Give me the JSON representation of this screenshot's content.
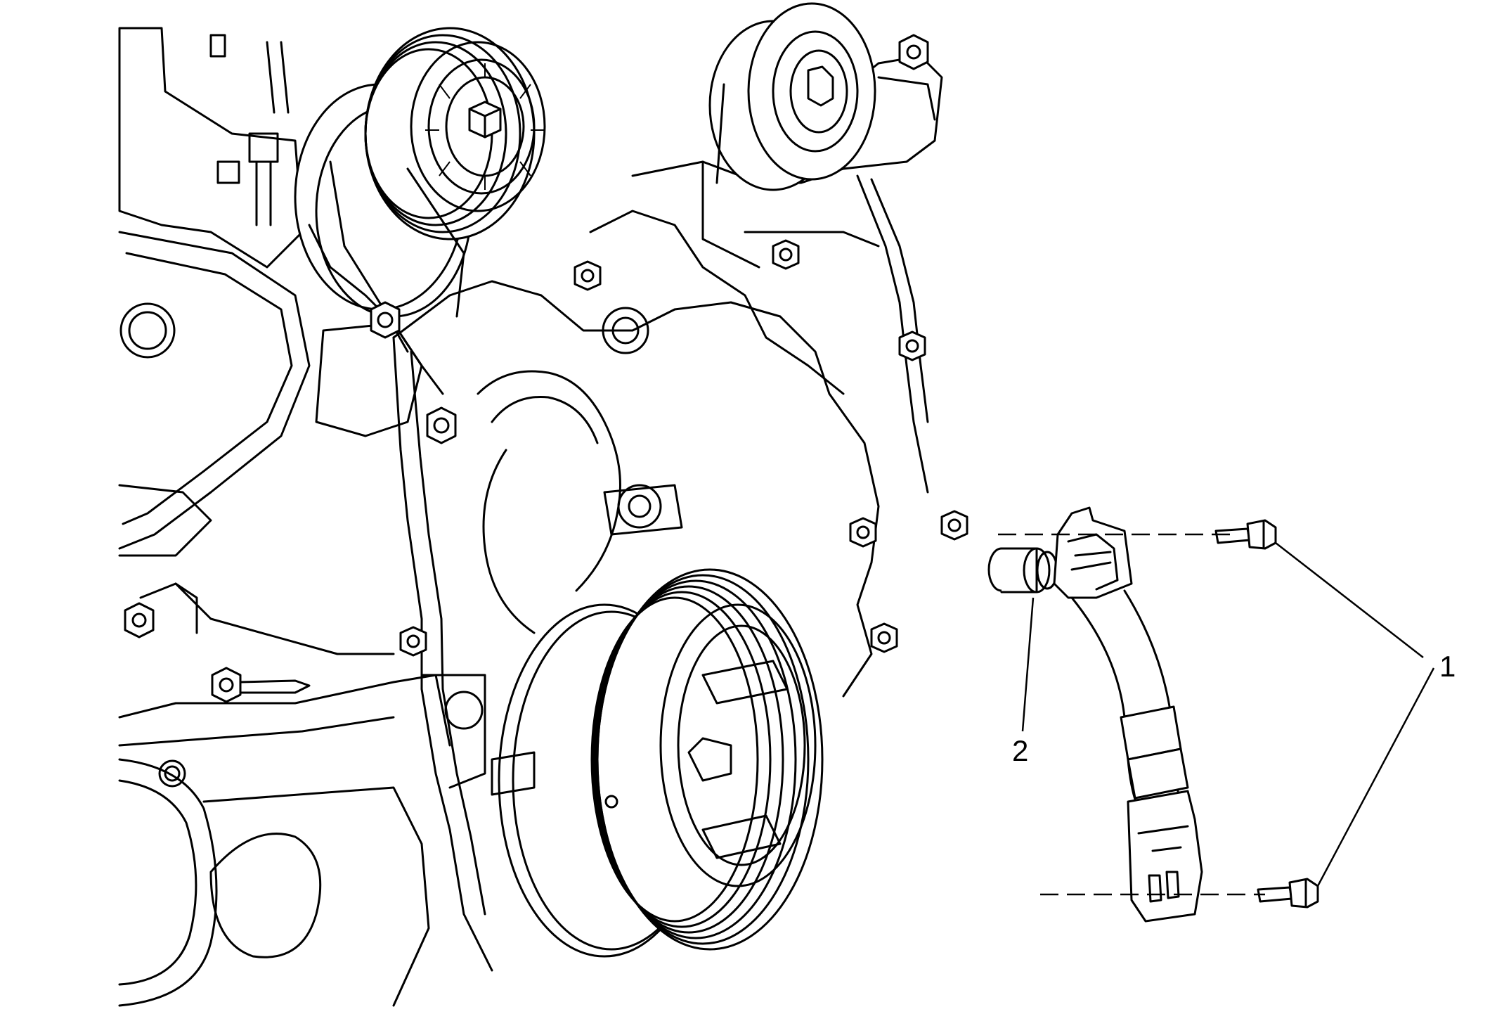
{
  "figure": {
    "callouts": [
      {
        "id": "1",
        "label": "1"
      },
      {
        "id": "2",
        "label": "2"
      }
    ]
  },
  "colors": {
    "line": "#000000",
    "background": "#ffffff"
  }
}
